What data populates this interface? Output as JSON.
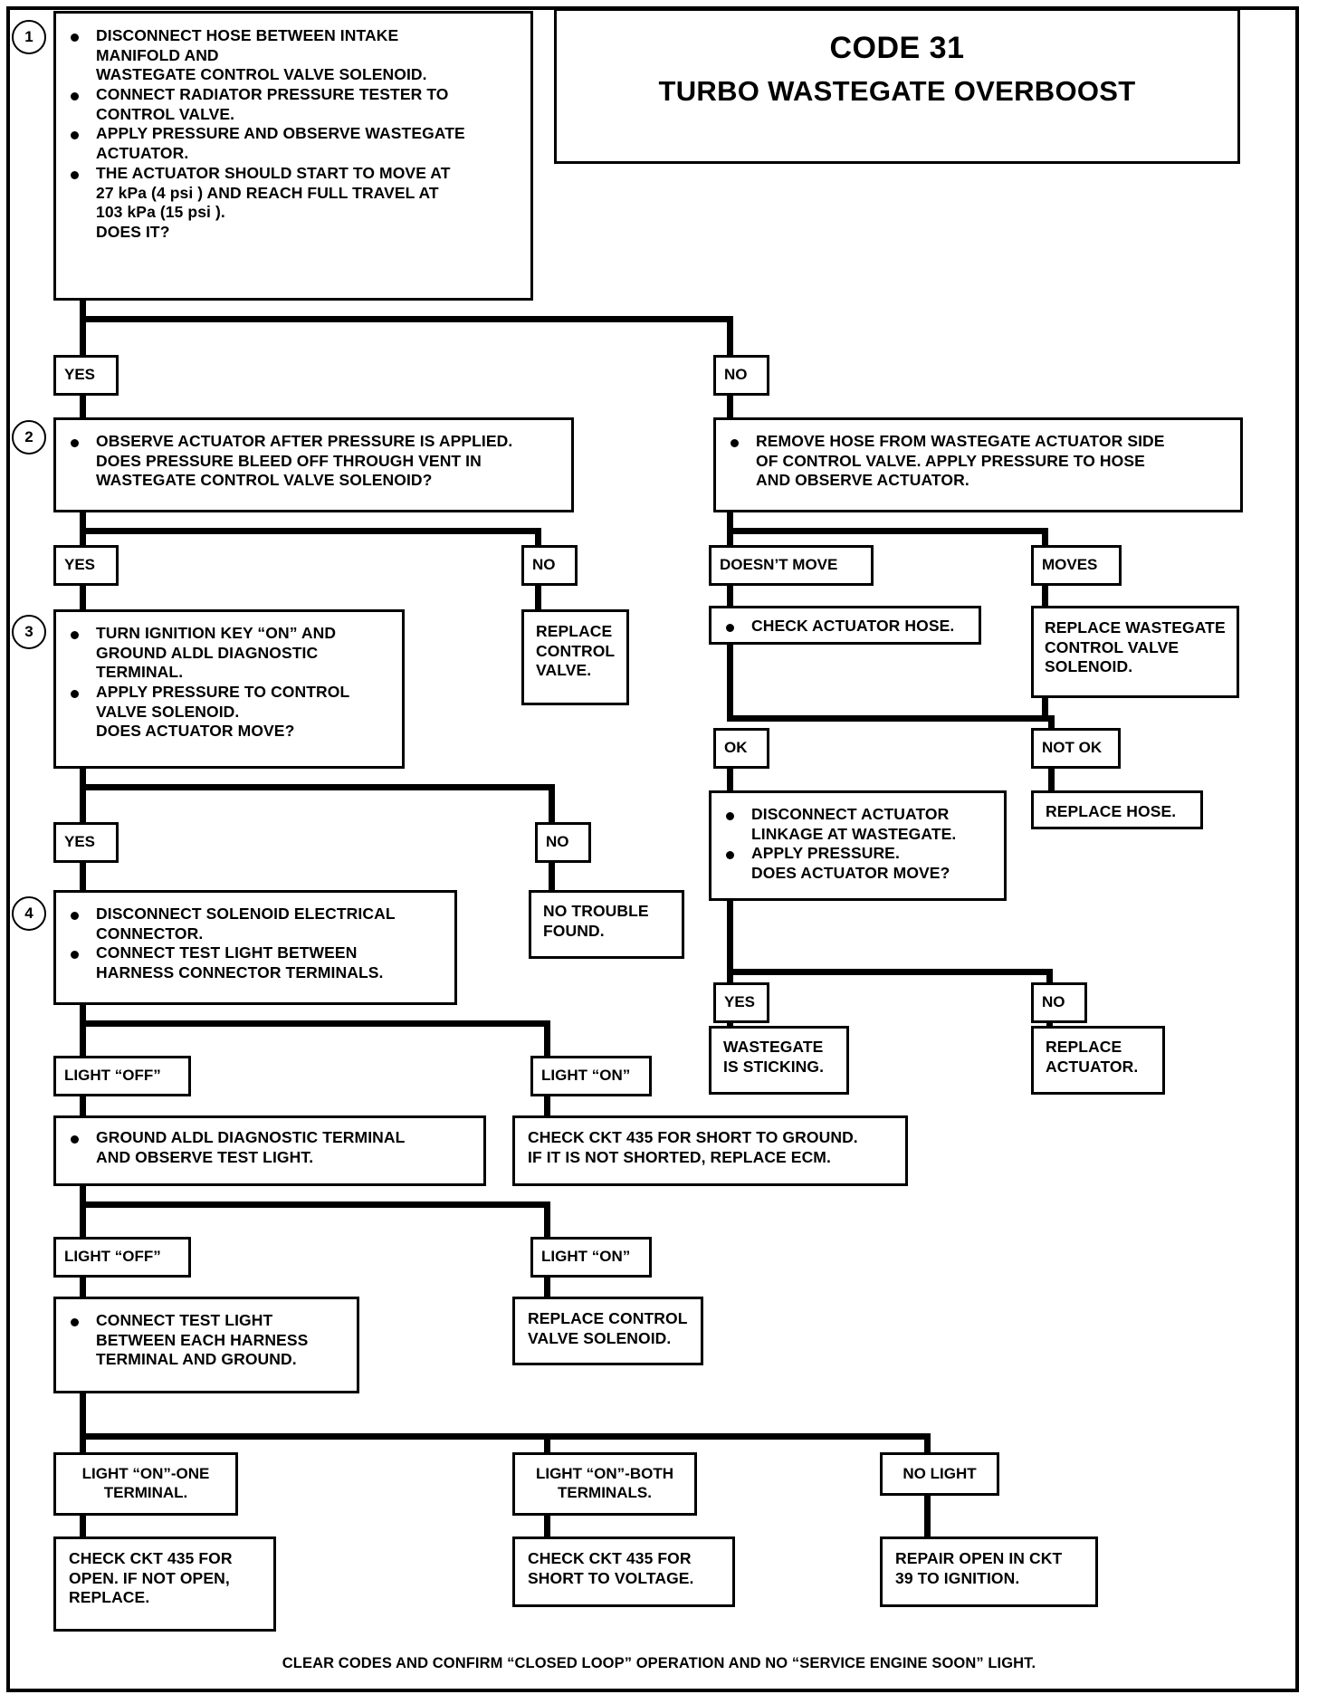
{
  "document": {
    "title_line1": "CODE 31",
    "title_line2": "TURBO WASTEGATE OVERBOOST",
    "footer": "CLEAR CODES AND CONFIRM “CLOSED LOOP” OPERATION AND NO “SERVICE ENGINE SOON” LIGHT.",
    "ink_color": "#000000",
    "paper_color": "#ffffff"
  },
  "steps": {
    "one": "1",
    "two": "2",
    "three": "3",
    "four": "4"
  },
  "boxes": {
    "step1": {
      "bullets": [
        "DISCONNECT HOSE BETWEEN INTAKE\nMANIFOLD AND\nWASTEGATE CONTROL VALVE SOLENOID.",
        "CONNECT RADIATOR PRESSURE TESTER TO\nCONTROL VALVE.",
        "APPLY PRESSURE AND OBSERVE WASTEGATE\nACTUATOR.",
        "THE ACTUATOR SHOULD START TO MOVE AT\n27 kPa (4 psi ) AND REACH FULL TRAVEL AT\n103 kPa (15 psi ).\nDOES IT?"
      ]
    },
    "step2": {
      "bullets": [
        "OBSERVE ACTUATOR AFTER PRESSURE IS APPLIED.\nDOES PRESSURE BLEED OFF THROUGH VENT IN\nWASTEGATE CONTROL VALVE SOLENOID?"
      ]
    },
    "step3": {
      "bullets": [
        "TURN IGNITION KEY “ON” AND\nGROUND ALDL DIAGNOSTIC\nTERMINAL.",
        "APPLY PRESSURE TO  CONTROL\nVALVE SOLENOID.\nDOES ACTUATOR MOVE?"
      ]
    },
    "step4": {
      "bullets": [
        "DISCONNECT SOLENOID ELECTRICAL\nCONNECTOR.",
        "CONNECT TEST LIGHT BETWEEN\nHARNESS CONNECTOR TERMINALS."
      ]
    },
    "remove_hose": {
      "bullets": [
        "REMOVE HOSE FROM WASTEGATE ACTUATOR SIDE\nOF CONTROL VALVE. APPLY PRESSURE TO HOSE\nAND  OBSERVE ACTUATOR."
      ]
    },
    "replace_control_valve": "REPLACE\nCONTROL\nVALVE.",
    "check_actuator_hose": {
      "bullets": [
        "CHECK ACTUATOR HOSE."
      ]
    },
    "replace_wastegate_solenoid": "REPLACE WASTEGATE\nCONTROL VALVE\nSOLENOID.",
    "replace_hose": "REPLACE HOSE.",
    "disconnect_linkage": {
      "bullets": [
        "DISCONNECT ACTUATOR\nLINKAGE AT WASTEGATE.",
        "APPLY PRESSURE.\nDOES ACTUATOR MOVE?"
      ]
    },
    "no_trouble_found": "NO TROUBLE\nFOUND.",
    "wastegate_sticking": "WASTEGATE\nIS STICKING.",
    "replace_actuator": "REPLACE\nACTUATOR.",
    "ground_aldl": {
      "bullets": [
        "GROUND ALDL DIAGNOSTIC TERMINAL\nAND OBSERVE TEST LIGHT."
      ]
    },
    "check_ckt435_short_ground": "CHECK CKT 435 FOR SHORT TO GROUND.\nIF IT IS NOT SHORTED, REPLACE ECM.",
    "connect_test_light": {
      "bullets": [
        "CONNECT TEST LIGHT\nBETWEEN EACH HARNESS\nTERMINAL AND GROUND."
      ]
    },
    "replace_control_valve_solenoid": "REPLACE CONTROL\nVALVE SOLENOID.",
    "check_ckt435_open": "CHECK CKT 435 FOR\nOPEN. IF NOT OPEN,\nREPLACE.",
    "check_ckt435_short_voltage": "CHECK CKT 435 FOR\nSHORT TO VOLTAGE.",
    "repair_open_ckt39": "REPAIR OPEN IN CKT\n39 TO IGNITION."
  },
  "labels": {
    "yes1": "YES",
    "no1": "NO",
    "yes2": "YES",
    "no2": "NO",
    "yes3": "YES",
    "no3": "NO",
    "doesnt_move": "DOESN’T MOVE",
    "moves": "MOVES",
    "ok": "OK",
    "not_ok": "NOT OK",
    "yes4": "YES",
    "no4": "NO",
    "light_off_1": "LIGHT “OFF”",
    "light_on_1": "LIGHT “ON”",
    "light_off_2": "LIGHT “OFF”",
    "light_on_2": "LIGHT “ON”",
    "light_on_one_terminal": "LIGHT “ON”-ONE\nTERMINAL.",
    "light_on_both_terminals": "LIGHT “ON”-BOTH\nTERMINALS.",
    "no_light": "NO LIGHT"
  }
}
